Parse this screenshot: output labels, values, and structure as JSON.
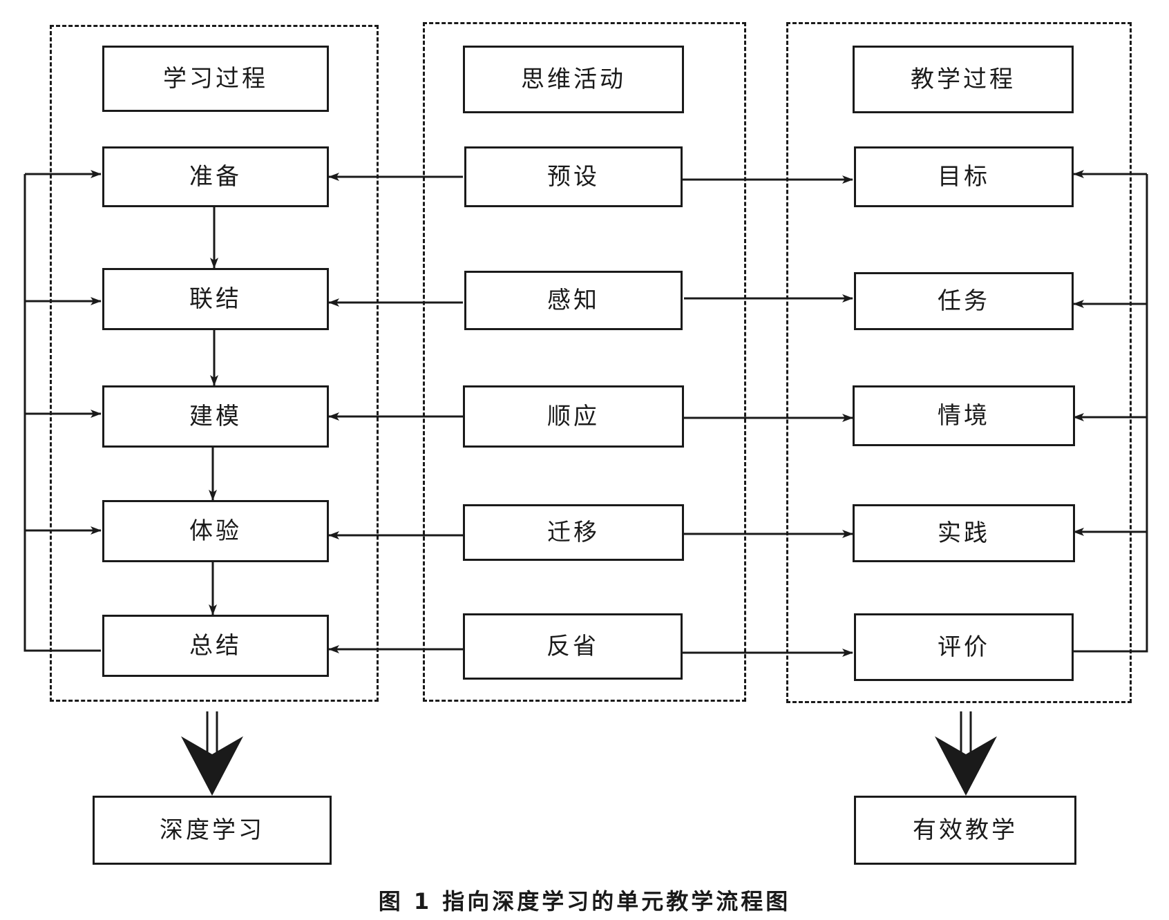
{
  "diagram": {
    "columns": {
      "learning": {
        "header": "学习过程",
        "steps": [
          "准备",
          "联结",
          "建模",
          "体验",
          "总结"
        ],
        "outcome": "深度学习"
      },
      "thinking": {
        "header": "思维活动",
        "steps": [
          "预设",
          "感知",
          "顺应",
          "迁移",
          "反省"
        ]
      },
      "teaching": {
        "header": "教学过程",
        "steps": [
          "目标",
          "任务",
          "情境",
          "实践",
          "评价"
        ],
        "outcome": "有效教学"
      }
    },
    "caption": "图 1  指向深度学习的单元教学流程图",
    "colors": {
      "line": "#1a1a1a",
      "background": "#ffffff"
    }
  }
}
